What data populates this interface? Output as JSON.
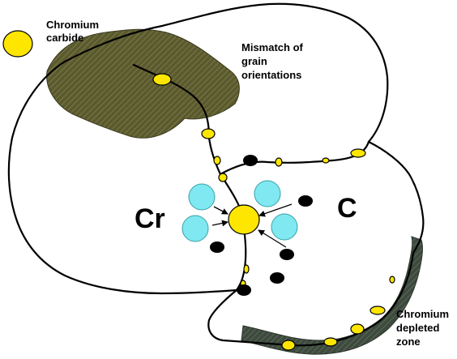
{
  "legend": {
    "label_line1": "Chromium",
    "label_line2": "carbide"
  },
  "annotations": {
    "mismatch_line1": "Mismatch of",
    "mismatch_line2": "grain",
    "mismatch_line3": "orientations",
    "depleted_line1": "Chromium",
    "depleted_line2": "depleted",
    "depleted_line3": "zone"
  },
  "species": {
    "chromium_symbol": "Cr",
    "carbon_symbol": "C"
  },
  "colors": {
    "carbide": "#ffe600",
    "chromium_atom": "#7fe8f0",
    "carbon_atom": "#000000",
    "hatched_region": "#5a5a2e",
    "depleted_zone": "#3d4a3d",
    "cr_label": "#6fe6f2"
  }
}
